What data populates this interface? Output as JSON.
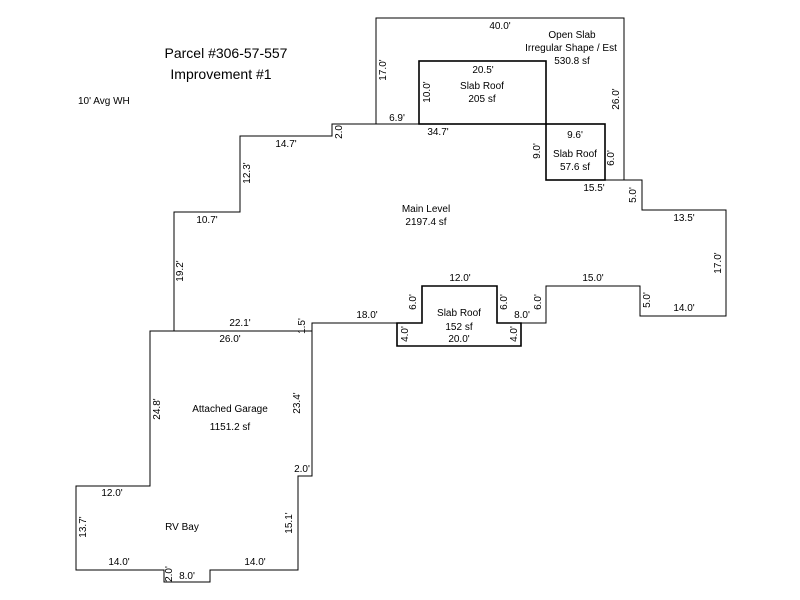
{
  "title": {
    "parcel": "Parcel #306-57-557",
    "improvement": "Improvement #1"
  },
  "note": "10' Avg WH",
  "areas": {
    "open_slab": {
      "name": "Open Slab",
      "detail": "Irregular Shape / Est",
      "size": "530.8 sf"
    },
    "slab_roof_top": {
      "name": "Slab Roof",
      "size": "205 sf"
    },
    "slab_roof_right": {
      "name": "Slab Roof",
      "size": "57.6 sf"
    },
    "main_level": {
      "name": "Main Level",
      "size": "2197.4 sf"
    },
    "slab_roof_bottom": {
      "name": "Slab Roof",
      "size": "152 sf"
    },
    "attached_garage": {
      "name": "Attached Garage",
      "size": "1151.2 sf"
    },
    "rv_bay": {
      "name": "RV Bay"
    }
  },
  "dimensions": {
    "d40_0": "40.0'",
    "d17_0_open": "17.0'",
    "d26_0_open": "26.0'",
    "d6_9": "6.9'",
    "d20_5": "20.5'",
    "d10_0": "10.0'",
    "d34_7": "34.7'",
    "d2_0_top": "2.0'",
    "d14_7": "14.7'",
    "d12_3": "12.3'",
    "d10_7": "10.7'",
    "d19_2": "19.2'",
    "d9_6": "9.6'",
    "d9_0": "9.0'",
    "d6_0_right": "6.0'",
    "d15_5": "15.5'",
    "d5_0_right": "5.0'",
    "d13_5": "13.5'",
    "d17_0_right": "17.0'",
    "d5_0_low": "5.0'",
    "d14_0_right": "14.0'",
    "d15_0": "15.0'",
    "d12_0_slab": "12.0'",
    "d6_0_a": "6.0'",
    "d6_0_b": "6.0'",
    "d6_0_c": "6.0'",
    "d18_0": "18.0'",
    "d8_0_slab": "8.0'",
    "d4_0_a": "4.0'",
    "d4_0_b": "4.0'",
    "d20_0": "20.0'",
    "d1_5": "1.5'",
    "d22_1": "22.1'",
    "d26_0_garage": "26.0'",
    "d24_8": "24.8'",
    "d23_4": "23.4'",
    "d2_0_garage": "2.0'",
    "d15_1": "15.1'",
    "d12_0_rv": "12.0'",
    "d13_7": "13.7'",
    "d14_0_rv_left": "14.0'",
    "d14_0_rv_right": "14.0'",
    "d2_0_rv": "2.0'",
    "d8_0_rv": "8.0'"
  }
}
